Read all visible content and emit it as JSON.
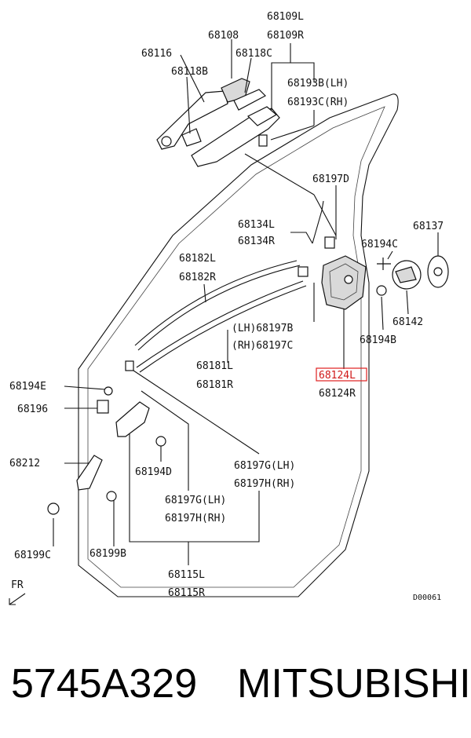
{
  "labels": {
    "p68109l": "68109L",
    "p68109r": "68109R",
    "p68108": "68108",
    "p68116": "68116",
    "p68118c": "68118C",
    "p68118b": "68118B",
    "p68193b": "68193B(LH)",
    "p68193c": "68193C(RH)",
    "p68197d": "68197D",
    "p68134l": "68134L",
    "p68134r": "68134R",
    "p68137": "68137",
    "p68194c": "68194C",
    "p68182l": "68182L",
    "p68182r": "68182R",
    "p68142": "68142",
    "p68197b": "(LH)68197B",
    "p68197c": "(RH)68197C",
    "p68194b": "68194B",
    "p68181l": "68181L",
    "p68181r": "68181R",
    "p68124l": "68124L",
    "p68124r": "68124R",
    "p68194e": "68194E",
    "p68196": "68196",
    "p68194d": "68194D",
    "p68197g_a": "68197G(LH)",
    "p68197h_a": "68197H(RH)",
    "p68212": "68212",
    "p68197g_b": "68197G(LH)",
    "p68197h_b": "68197H(RH)",
    "p68199c": "68199C",
    "p68199b": "68199B",
    "p68115l": "68115L",
    "p68115r": "68115R",
    "fr": "FR",
    "diagram_code": "D00061"
  },
  "caption": {
    "part_number": "5745A329",
    "brand": "MITSUBISHI"
  },
  "highlight_part": "68124L",
  "colors": {
    "line": "#111111",
    "highlight": "#e02020",
    "background": "#ffffff"
  }
}
